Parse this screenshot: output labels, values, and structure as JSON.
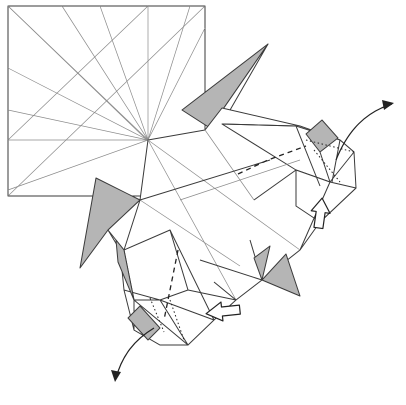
{
  "figure": {
    "kind": "origami folding diagram",
    "colors": {
      "paper": "#ffffff",
      "shaded_flap": "#b5b5b5",
      "line": "#3a3a3a",
      "crease": "#8a8a8a"
    },
    "symbols": [
      "valley-fold-line",
      "x-ray-line",
      "push-arrow",
      "fold-arrow"
    ]
  }
}
